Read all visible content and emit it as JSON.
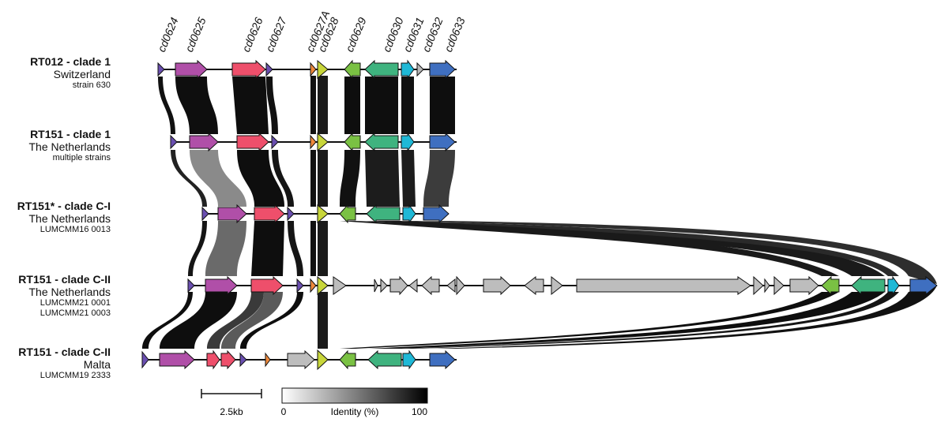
{
  "gene_labels": [
    "cd0624",
    "cd0625",
    "cd0626",
    "cd0627",
    "cd0627A",
    "cd0628",
    "cd0629",
    "cd0630",
    "cd0631",
    "cd0632",
    "cd0633"
  ],
  "tracks": [
    {
      "name": "RT012 - clade 1",
      "place": "Switzerland",
      "details": [
        "strain 630"
      ]
    },
    {
      "name": "RT151 - clade 1",
      "place": "The Netherlands",
      "details": [
        "multiple strains"
      ]
    },
    {
      "name": "RT151* - clade C-I",
      "place": "The Netherlands",
      "details": [
        "LUMCMM16 0013"
      ]
    },
    {
      "name": "RT151 - clade C-II",
      "place": "The Netherlands",
      "details": [
        "LUMCMM21 0001",
        "LUMCMM21 0003"
      ]
    },
    {
      "name": "RT151 - clade C-II",
      "place": "Malta",
      "details": [
        "LUMCMM19 2333"
      ]
    }
  ],
  "scale_bar": {
    "label": "2.5kb"
  },
  "identity_legend": {
    "title": "Identity (%)",
    "min_label": "0",
    "max_label": "100"
  },
  "colors": {
    "cd0624": "#6a4fb0",
    "cd0625": "#b04fa8",
    "cd0626": "#ee4f6b",
    "cd0627": "#6a4fb0",
    "cd0627A": "#f08a3c",
    "cd0628": "#c8d63a",
    "cd0629": "#7ac143",
    "cd0630": "#3fb37f",
    "cd0631": "#1fb8d6",
    "cd0632": "#b8b8b8",
    "cd0633": "#3f6fc0",
    "other": "#bdbdbd"
  }
}
